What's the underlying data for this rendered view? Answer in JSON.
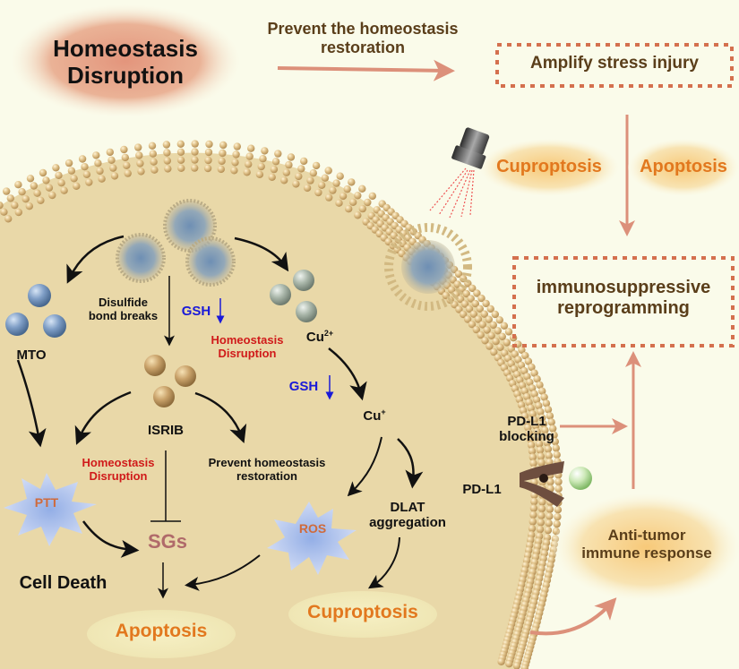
{
  "title_ellipse": {
    "line1": "Homeostasis",
    "line2": "Disruption"
  },
  "top_arrow_label": {
    "line1": "Prevent the homeostasis",
    "line2": "restoration"
  },
  "box_amplify": "Amplify stress injury",
  "death_outside": {
    "cuproptosis": "Cuproptosis",
    "apoptosis": "Apoptosis"
  },
  "box_immuno": {
    "line1": "immunosuppressive",
    "line2": "reprogramming"
  },
  "pdl1_blocking": {
    "line1": "PD-L1",
    "line2": "blocking"
  },
  "pdl1": "PD-L1",
  "anti_tumor": {
    "line1": "Anti-tumor",
    "line2": "immune response"
  },
  "cell": {
    "mto": "MTO",
    "disulfide": {
      "line1": "Disulfide",
      "line2": "bond breaks"
    },
    "gsh1": "GSH",
    "gsh2": "GSH",
    "homeo_red1": {
      "line1": "Homeostasis",
      "line2": "Disruption"
    },
    "homeo_red2": {
      "line1": "Homeostasis",
      "line2": "Disruption"
    },
    "cu2": "Cu",
    "cu2_sup": "2+",
    "cu1": "Cu",
    "cu1_sup": "+",
    "isrib": "ISRIB",
    "prevent": {
      "line1": "Prevent homeostasis",
      "line2": "restoration"
    },
    "ptt": "PTT",
    "ros": "ROS",
    "sgs": "SGs",
    "dlat": {
      "line1": "DLAT",
      "line2": "aggregation"
    },
    "cell_death": "Cell Death",
    "apoptosis": "Apoptosis",
    "cuproptosis": "Cuproptosis"
  },
  "colors": {
    "background": "#fafbea",
    "cytoplasm": "#e9d8a8",
    "lipid": "#e0c48e",
    "accent_arrow": "#dc907a",
    "dash_box": "#d4704e",
    "red_text": "#d01a1a",
    "blue_text": "#1a1ad8",
    "orange_text": "#e2781e"
  }
}
